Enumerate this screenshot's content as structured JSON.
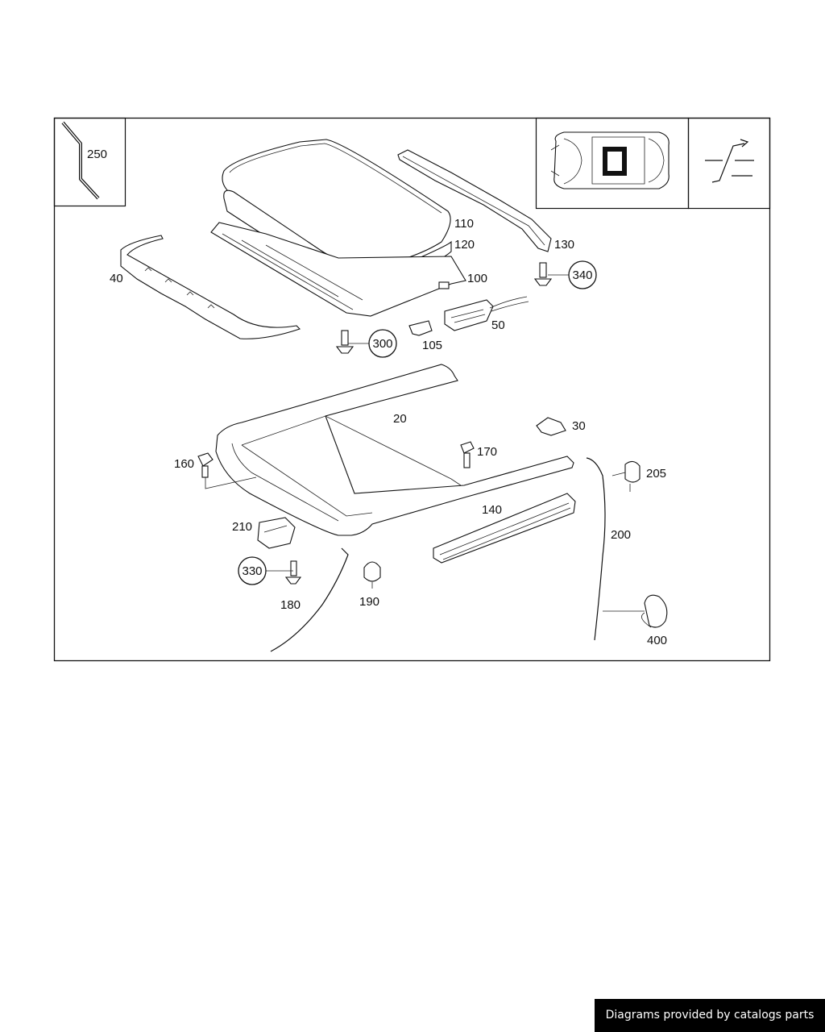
{
  "diagram": {
    "callouts": [
      {
        "id": "250",
        "circled": false
      },
      {
        "id": "110",
        "circled": false
      },
      {
        "id": "120",
        "circled": false
      },
      {
        "id": "100",
        "circled": false
      },
      {
        "id": "40",
        "circled": false
      },
      {
        "id": "130",
        "circled": false
      },
      {
        "id": "340",
        "circled": true
      },
      {
        "id": "50",
        "circled": false
      },
      {
        "id": "300",
        "circled": true
      },
      {
        "id": "105",
        "circled": false
      },
      {
        "id": "20",
        "circled": false
      },
      {
        "id": "30",
        "circled": false
      },
      {
        "id": "170",
        "circled": false
      },
      {
        "id": "160",
        "circled": false
      },
      {
        "id": "205",
        "circled": false
      },
      {
        "id": "140",
        "circled": false
      },
      {
        "id": "200",
        "circled": false
      },
      {
        "id": "210",
        "circled": false
      },
      {
        "id": "330",
        "circled": true
      },
      {
        "id": "190",
        "circled": false
      },
      {
        "id": "180",
        "circled": false
      },
      {
        "id": "400",
        "circled": false
      }
    ]
  },
  "footer": {
    "credit": "Diagrams provided by catalogs parts"
  }
}
